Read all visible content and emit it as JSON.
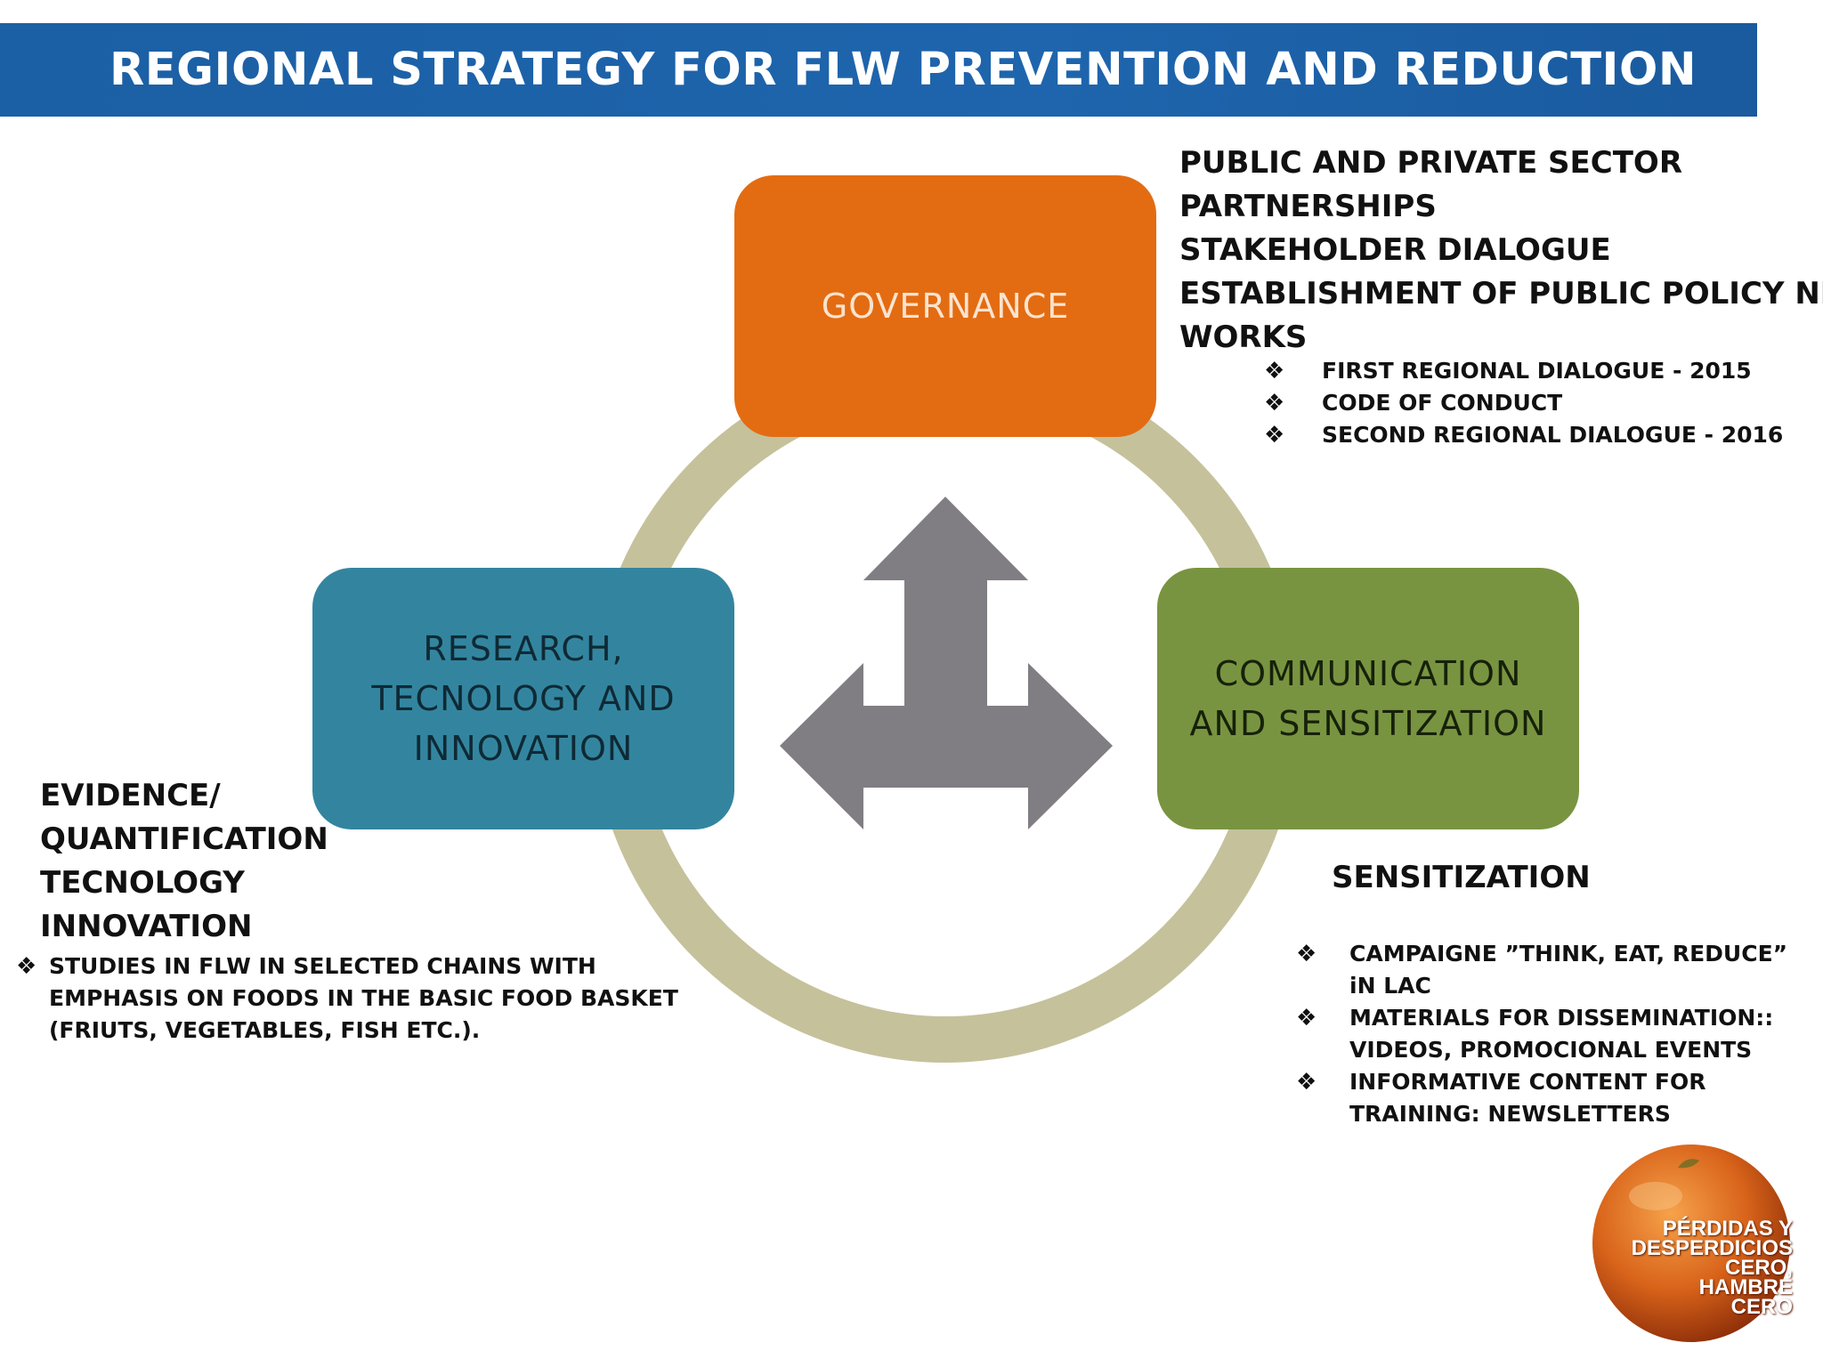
{
  "title": "REGIONAL STRATEGY FOR FLW PREVENTION AND REDUCTION",
  "colors": {
    "title_bar": "#1b5fa4",
    "governance": "#e36c12",
    "research": "#33859f",
    "communication": "#799440",
    "ring": "#c5c19b",
    "arrow": "#807e82"
  },
  "boxes": {
    "governance": "GOVERNANCE",
    "research": "RESEARCH,\nTECNOLOGY  AND\nINNOVATION",
    "communication": "COMMUNICATION\nAND SENSITIZATION"
  },
  "governance_panel": {
    "heading_lines": [
      "PUBLIC AND PRIVATE SECTOR",
      "PARTNERSHIPS",
      "STAKEHOLDER DIALOGUE",
      "ESTABLISHMENT OF PUBLIC POLICY NET-",
      "WORKS"
    ],
    "bullets": [
      "FIRST REGIONAL DIALOGUE -  2015",
      "CODE OF CONDUCT",
      "SECOND REGIONAL DIALOGUE - 2016"
    ]
  },
  "research_panel": {
    "heading_lines": [
      "EVIDENCE/",
      "QUANTIFICATION",
      "TECNOLOGY",
      "INNOVATION"
    ],
    "bullets": [
      "STUDIES IN FLW IN SELECTED CHAINS WITH EMPHASIS ON FOODS IN THE BASIC FOOD BASKET (FRIUTS, VEGETABLES, FISH ETC.)."
    ]
  },
  "communication_panel": {
    "heading": "SENSITIZATION",
    "bullets": [
      "CAMPAIGNE ”THINK, EAT, REDUCE” iN LAC",
      "MATERIALS FOR DISSEMINATION:: VIDEOS, PROMOCIONAL EVENTS",
      "INFORMATIVE  CONTENT FOR TRAINING: NEWSLETTERS"
    ]
  },
  "bullet_symbol": "❖",
  "logo": {
    "lines": [
      "PÉRDIDAS Y",
      "DESPERDICIOS",
      "CERO,",
      "HAMBRE",
      "CERO"
    ]
  }
}
